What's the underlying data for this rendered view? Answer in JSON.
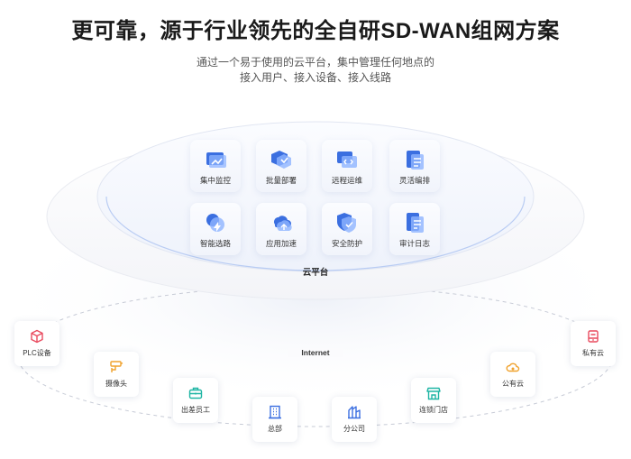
{
  "header": {
    "title": "更可靠，源于行业领先的全自研SD-WAN组网方案",
    "subtitle_line1": "通过一个易于使用的云平台，集中管理任何地点的",
    "subtitle_line2": "接入用户、接入设备、接入线路"
  },
  "platform": {
    "label": "云平台",
    "features": [
      {
        "label": "集中监控",
        "icon": "monitor-icon"
      },
      {
        "label": "批量部署",
        "icon": "deploy-icon"
      },
      {
        "label": "远程运维",
        "icon": "remote-ops-icon"
      },
      {
        "label": "灵活编排",
        "icon": "orchestration-icon"
      },
      {
        "label": "智能选路",
        "icon": "smart-route-icon"
      },
      {
        "label": "应用加速",
        "icon": "cloud-accelerate-icon"
      },
      {
        "label": "安全防护",
        "icon": "shield-icon"
      },
      {
        "label": "审计日志",
        "icon": "audit-log-icon"
      }
    ]
  },
  "network": {
    "label": "Internet",
    "nodes": [
      {
        "label": "PLC设备",
        "icon": "plc-box-icon",
        "color": "#e94b5f"
      },
      {
        "label": "摄像头",
        "icon": "camera-icon",
        "color": "#f0a22e"
      },
      {
        "label": "出差员工",
        "icon": "briefcase-icon",
        "color": "#1fb5a4"
      },
      {
        "label": "总部",
        "icon": "building-icon",
        "color": "#3b6fe0"
      },
      {
        "label": "分公司",
        "icon": "branch-building-icon",
        "color": "#3b6fe0"
      },
      {
        "label": "连锁门店",
        "icon": "store-icon",
        "color": "#1fb5a4"
      },
      {
        "label": "公有云",
        "icon": "public-cloud-icon",
        "color": "#f0a22e"
      },
      {
        "label": "私有云",
        "icon": "private-cloud-icon",
        "color": "#e94b5f"
      }
    ]
  },
  "colors": {
    "accent": "#3b6fe0",
    "accent_light": "#8fb4ff"
  }
}
